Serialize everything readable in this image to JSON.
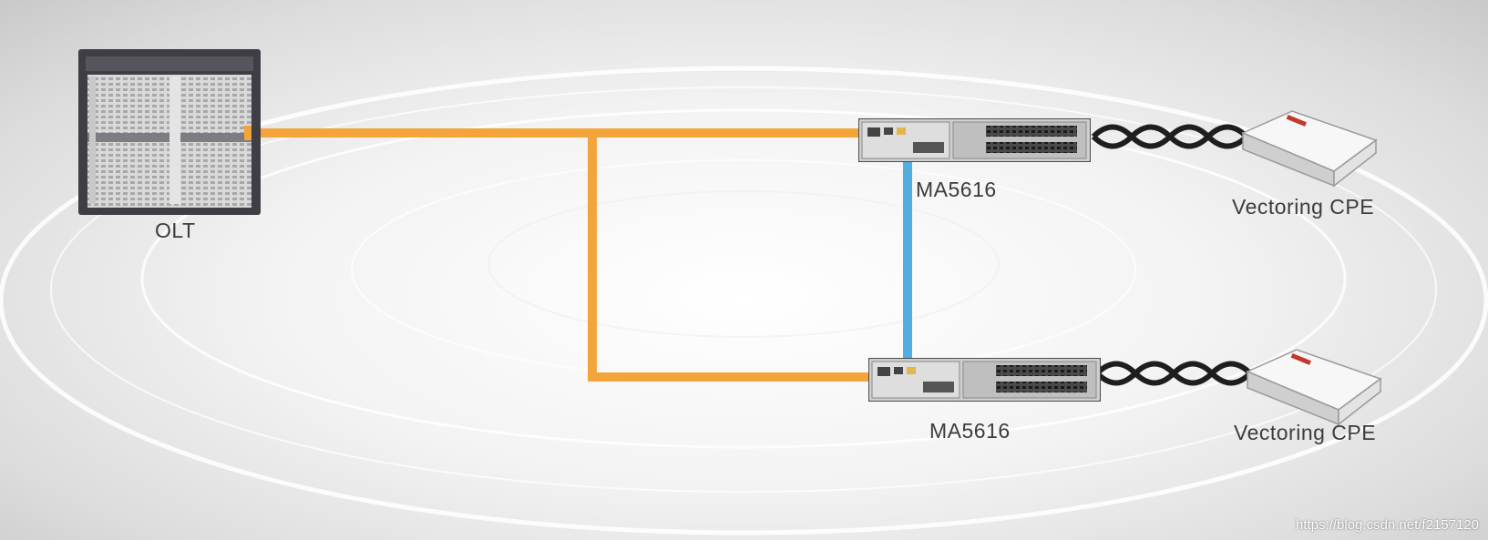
{
  "diagram": {
    "nodes": {
      "olt": {
        "label": "OLT"
      },
      "msan_top": {
        "label": "MA5616"
      },
      "msan_bottom": {
        "label": "MA5616"
      },
      "cpe_top": {
        "label": "Vectoring CPE"
      },
      "cpe_bottom": {
        "label": "Vectoring CPE"
      }
    },
    "links": [
      {
        "from": "olt",
        "to": "msan_top",
        "type": "fiber",
        "color": "#f3a43a"
      },
      {
        "from": "olt",
        "to": "msan_bottom",
        "type": "fiber",
        "color": "#f3a43a"
      },
      {
        "from": "msan_top",
        "to": "msan_bottom",
        "type": "cascade",
        "color": "#52aede"
      },
      {
        "from": "msan_top",
        "to": "cpe_top",
        "type": "twisted-pair",
        "color": "#1e1e1e"
      },
      {
        "from": "msan_bottom",
        "to": "cpe_bottom",
        "type": "twisted-pair",
        "color": "#1e1e1e"
      }
    ]
  },
  "watermark": "https://blog.csdn.net/f2157120",
  "colors": {
    "fiber": "#f3a43a",
    "cascade": "#52aede",
    "twisted_pair": "#1e1e1e",
    "label": "#3c3c3c"
  }
}
